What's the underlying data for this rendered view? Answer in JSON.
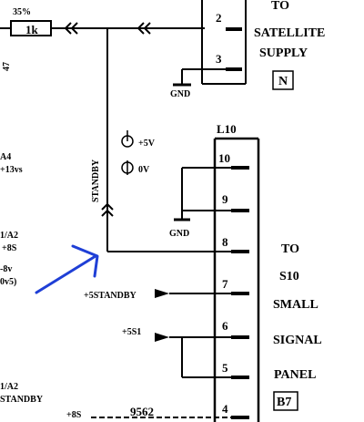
{
  "top": {
    "resistor_value": "35%",
    "resistor_code": "1k",
    "left_partial": "47",
    "satellite_to": "TO",
    "satellite_name": "SATELLITE",
    "satellite_supply": "SUPPLY",
    "satellite_box": "N",
    "pins": [
      "2",
      "3"
    ],
    "gnd": "GND"
  },
  "legend": {
    "on_label": "+5V",
    "off_label": "0V"
  },
  "standby": {
    "label": "STANDBY",
    "gnd": "GND"
  },
  "connector": {
    "name": "L10",
    "pins": [
      "10",
      "9",
      "8",
      "7",
      "6",
      "5",
      "4"
    ],
    "pin7_signal": "+5STANDBY",
    "pin6_signal": "+5S1",
    "pin4_signal": "+8S",
    "pin4_component": "9562"
  },
  "right": {
    "to": "TO",
    "dest": "S10",
    "line2": "SMALL",
    "line3": "SIGNAL",
    "line4": "PANEL",
    "box": "B7"
  },
  "left_edge": {
    "a4": "A4",
    "v13": "+13vs",
    "a1a2_top": "1/A2",
    "s8": "+8S",
    "v8": "-8v",
    "v5": "0v5)",
    "a1a2_bottom": "1/A2",
    "standby": "STANDBY"
  },
  "colors": {
    "ink": "#000000",
    "annotation": "#1f3fd6"
  }
}
